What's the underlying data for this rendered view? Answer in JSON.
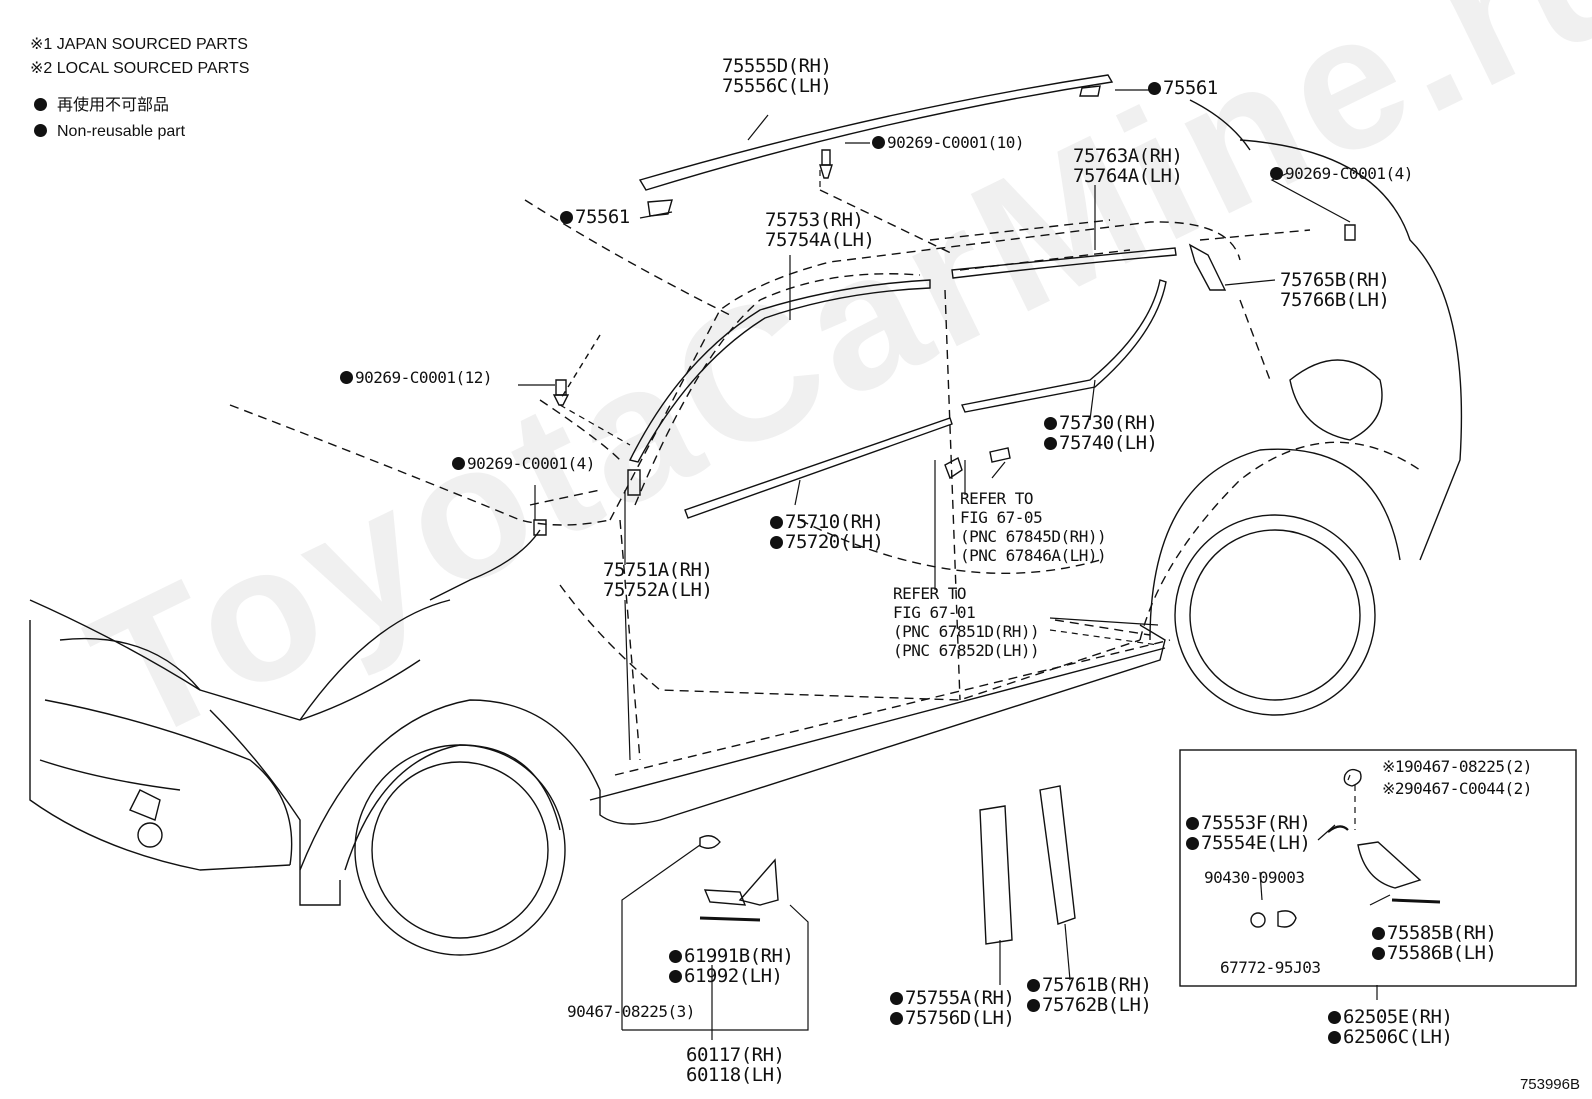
{
  "legend": {
    "note1": "※1 JAPAN SOURCED PARTS",
    "note2": "※2 LOCAL SOURCED PARTS",
    "nonreusable_jp": "再使用不可部品",
    "nonreusable_en": "Non-reusable part"
  },
  "figure_code": "753996B",
  "watermark": "ToyotaCarMine.ru",
  "parts": {
    "roof_rh": "75555D(RH)",
    "roof_lh": "75556C(LH)",
    "clip_75561_top": "75561",
    "clip_75561_left": "75561",
    "clip_90269_10": "90269-C0001(10)",
    "clip_90269_4_rear": "90269-C0001(4)",
    "clip_90269_12": "90269-C0001(12)",
    "clip_90269_4_front": "90269-C0001(4)",
    "frt_door_frame_rh": "75753(RH)",
    "frt_door_frame_lh": "75754A(LH)",
    "rr_door_frame_rh": "75763A(RH)",
    "rr_door_frame_lh": "75764A(LH)",
    "rr_qtr_rh": "75765B(RH)",
    "rr_qtr_lh": "75766B(LH)",
    "rr_belt_rh": "75730(RH)",
    "rr_belt_lh": "75740(LH)",
    "frt_belt_rh": "75710(RH)",
    "frt_belt_lh": "75720(LH)",
    "pillar_a_rh": "75751A(RH)",
    "pillar_a_lh": "75752A(LH)",
    "refer_a_1": "REFER TO",
    "refer_a_2": "FIG 67-05",
    "refer_a_3": "(PNC 67845D(RH))",
    "refer_a_4": "(PNC 67846A(LH))",
    "refer_b_1": "REFER TO",
    "refer_b_2": "FIG 67-01",
    "refer_b_3": "(PNC 67851D(RH))",
    "refer_b_4": "(PNC 67852D(LH))",
    "fender_rh": "61991B(RH)",
    "fender_lh": "61992(LH)",
    "clip_90467_3": "90467-08225(3)",
    "mud_rh": "60117(RH)",
    "mud_lh": "60118(LH)",
    "b_pillar_rh": "75755A(RH)",
    "b_pillar_lh": "75756D(LH)",
    "c_pillar_rh": "75761B(RH)",
    "c_pillar_lh": "75762B(LH)",
    "box_clip1": "※190467-08225(2)",
    "box_clip2": "※290467-C0044(2)",
    "box_75553": "75553F(RH)",
    "box_75554": "75554E(LH)",
    "box_90430": "90430-09003",
    "box_75585": "75585B(RH)",
    "box_75586": "75586B(LH)",
    "box_67772": "67772-95J03",
    "rr_flare_rh": "62505E(RH)",
    "rr_flare_lh": "62506C(LH)"
  }
}
